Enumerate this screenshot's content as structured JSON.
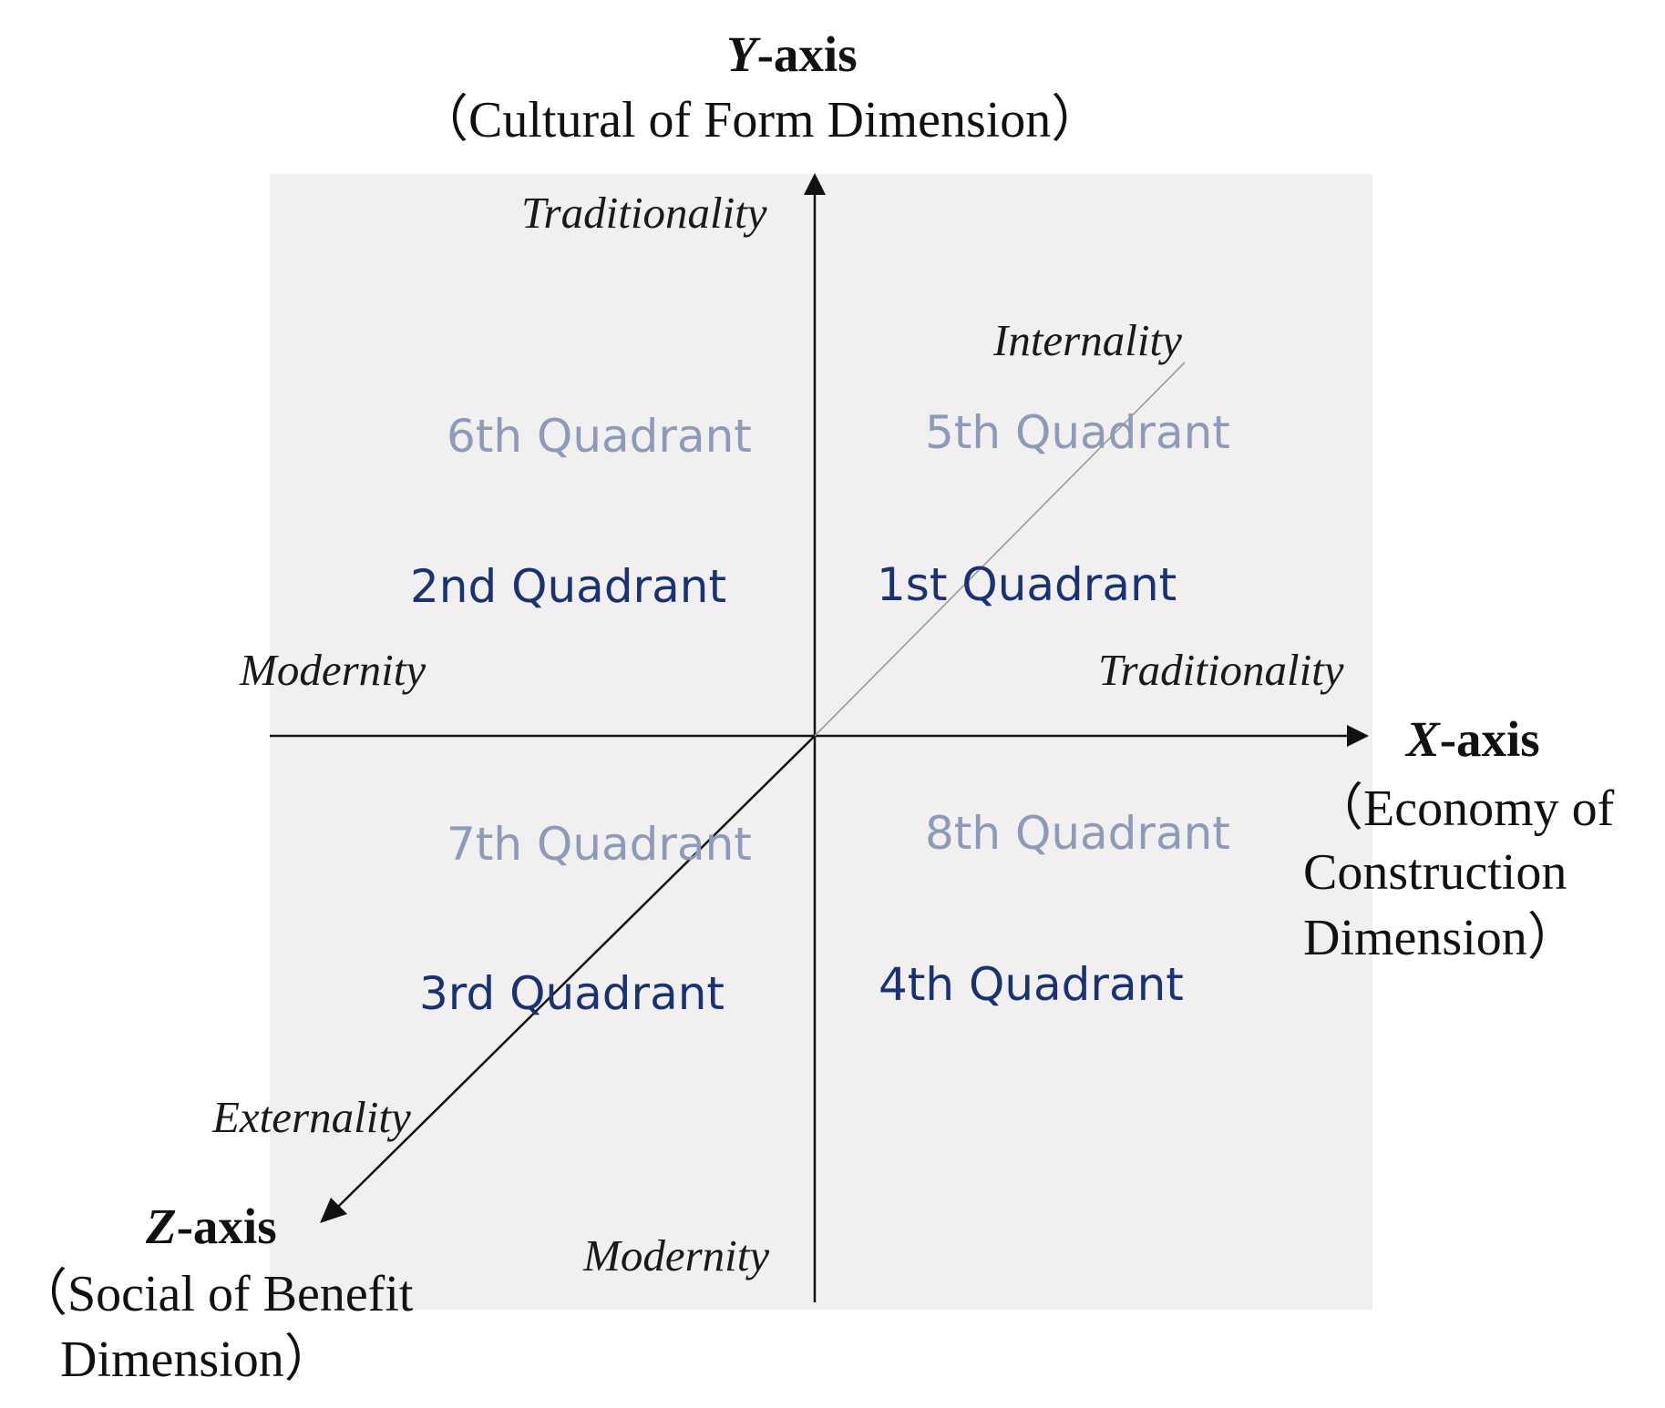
{
  "colors": {
    "panel_background": "#f1eff0",
    "axis_line": "#111111",
    "diagonal_upper": "#9a9a9a",
    "front_quadrant_text": "#1b3272",
    "back_quadrant_text": "#8d9ab8"
  },
  "y_axis": {
    "name_letter": "Y",
    "name_suffix": "-axis",
    "description": "（Cultural of Form Dimension）",
    "positive_pole": "Traditionality",
    "negative_pole": "Modernity"
  },
  "x_axis": {
    "name_letter": "X",
    "name_suffix": "-axis",
    "description_line1": "（Economy of",
    "description_line2": "Construction",
    "description_line3": "Dimension）",
    "positive_pole": "Traditionality",
    "negative_pole": "Modernity"
  },
  "z_axis": {
    "name_letter": "Z",
    "name_suffix": "-axis",
    "description_line1": "（Social of Benefit",
    "description_line2": "Dimension）",
    "positive_pole": "Externality",
    "negative_pole": "Internality"
  },
  "quadrants": {
    "q1": "1st Quadrant",
    "q2": "2nd Quadrant",
    "q3": "3rd Quadrant",
    "q4": "4th Quadrant",
    "q5": "5th Quadrant",
    "q6": "6th Quadrant",
    "q7": "7th Quadrant",
    "q8": "8th Quadrant"
  }
}
